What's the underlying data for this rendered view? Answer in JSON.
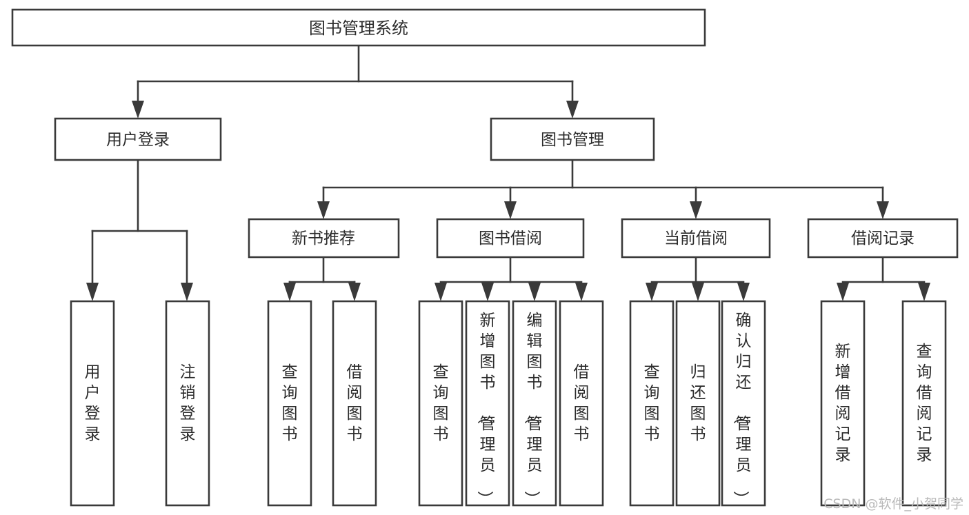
{
  "diagram": {
    "title": "图书管理系统",
    "type": "tree",
    "watermark": "CSDN @软件_小贺同学",
    "colors": {
      "stroke": "#3a3a3a",
      "text": "#2b2b2b",
      "background": "#ffffff",
      "watermark": "#b9b9b9"
    },
    "levels": {
      "root": {
        "label": "图书管理系统"
      },
      "level2": [
        {
          "label": "用户登录"
        },
        {
          "label": "图书管理"
        }
      ],
      "level3": [
        {
          "label": "新书推荐"
        },
        {
          "label": "图书借阅"
        },
        {
          "label": "当前借阅"
        },
        {
          "label": "借阅记录"
        }
      ],
      "leaves": {
        "user_login": [
          {
            "label": "用户登录"
          },
          {
            "label": "注销登录"
          }
        ],
        "new_book_recommend": [
          {
            "label": "查询图书"
          },
          {
            "label": "借阅图书"
          }
        ],
        "book_borrow": [
          {
            "label": "查询图书"
          },
          {
            "label": "新增图书（管理员）"
          },
          {
            "label": "编辑图书（管理员）"
          },
          {
            "label": "借阅图书"
          }
        ],
        "current_borrow": [
          {
            "label": "查询图书"
          },
          {
            "label": "归还图书"
          },
          {
            "label": "确认归还（管理员）"
          }
        ],
        "borrow_record": [
          {
            "label": "新增借阅记录"
          },
          {
            "label": "查询借阅记录"
          }
        ]
      }
    }
  }
}
